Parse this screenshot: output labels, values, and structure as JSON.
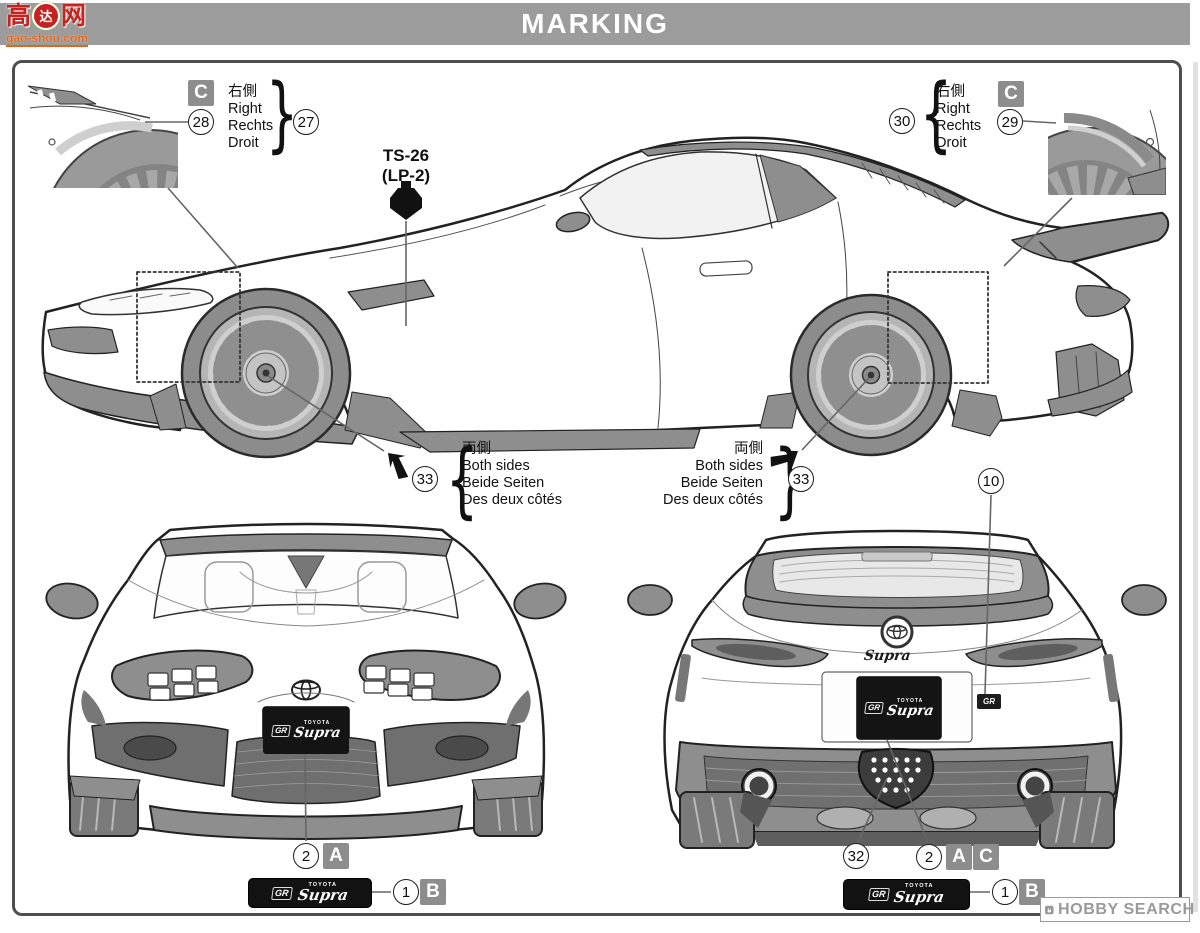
{
  "header": {
    "title": "MARKING"
  },
  "watermark": {
    "cn_left": "高",
    "cn_right": "网",
    "gear": "达",
    "url": "gao-shou.com"
  },
  "side_labels": {
    "left_fender": {
      "sheet": "C",
      "num_strip": "28",
      "num_arch": "27",
      "jp": "右側",
      "en": "Right",
      "de": "Rechts",
      "fr": "Droit"
    },
    "right_fender": {
      "sheet": "C",
      "num_strip": "29",
      "num_arch": "30",
      "jp": "右側",
      "en": "Right",
      "de": "Rechts",
      "fr": "Droit"
    },
    "paint": {
      "line1": "TS-26",
      "line2": "(LP-2)"
    },
    "wheel_left": {
      "num": "33",
      "jp": "両側",
      "en": "Both sides",
      "de": "Beide Seiten",
      "fr": "Des deux côtés"
    },
    "wheel_right": {
      "num": "33",
      "jp": "両側",
      "en": "Both sides",
      "de": "Beide Seiten",
      "fr": "Des deux côtés"
    }
  },
  "front_labels": {
    "plate_num": "2",
    "plate_sheet": "A",
    "logo_num": "1",
    "logo_sheet": "B"
  },
  "rear_labels": {
    "badge_num": "10",
    "fog_num": "32",
    "plate_num": "2",
    "plate_sheet_a": "A",
    "plate_sheet_c": "C",
    "logo_num": "1",
    "logo_sheet": "B"
  },
  "logos": {
    "gr": "GR",
    "toyota": "TOYOTA",
    "supra": "Supra"
  },
  "footer": {
    "brand": "HOBBY SEARCH"
  },
  "colors": {
    "header_bar": "#9c9c9c",
    "sheet_box": "#8d8d8d",
    "trim_gray": "#8e8e8e",
    "watermark_red": "#c62320",
    "watermark_orange": "#e0661c",
    "footer_gray": "#9a9a9a"
  }
}
